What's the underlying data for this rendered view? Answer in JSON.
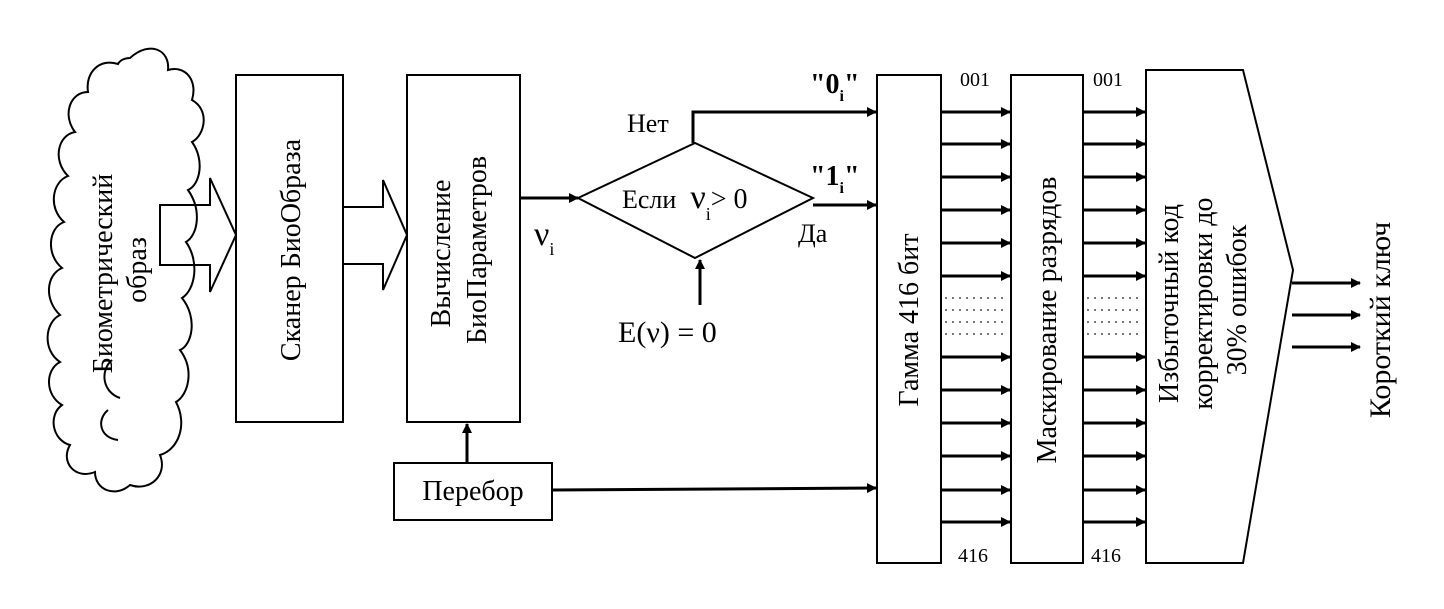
{
  "blocks": {
    "bio_image": [
      "Биометрический",
      "образ"
    ],
    "scanner": "Сканер  БиоОбраза",
    "calc": [
      "Вычисление",
      "БиоПараметров"
    ],
    "search": "Перебор",
    "gamma": "Гамма  416 бит",
    "masking": "Маскирование  разрядов",
    "code": [
      "Избыточный код",
      "корректировки до",
      "30%  ошибок"
    ],
    "short_key": "Короткий  ключ"
  },
  "decision": {
    "if_text": "Если",
    "var": "ν",
    "sub": "i",
    "gt": "> 0",
    "no": "Нет",
    "yes": "Да",
    "zero_label": "\"0",
    "one_label": "\"1",
    "label_close": "\"",
    "expectation": "E(ν)  = 0"
  },
  "signal": {
    "var": "ν",
    "sub": "i"
  },
  "bits": {
    "first": "001",
    "last": "416"
  }
}
